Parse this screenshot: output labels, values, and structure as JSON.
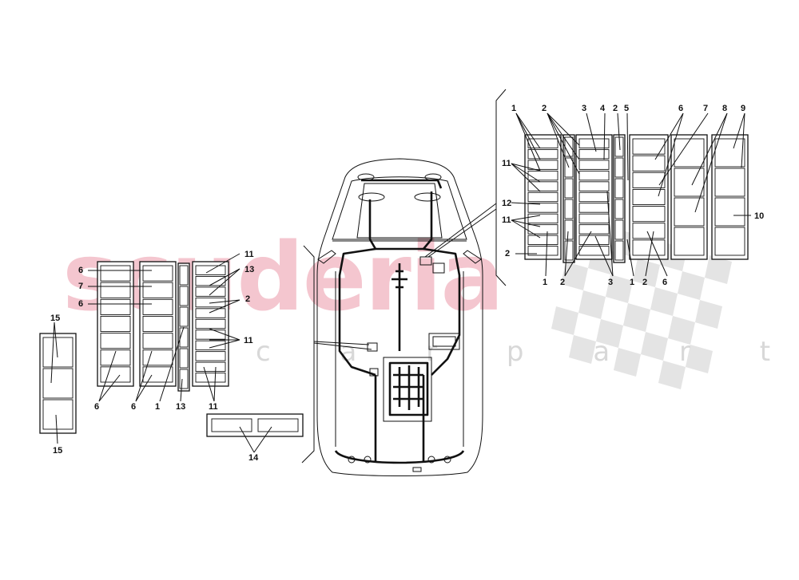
{
  "watermark": {
    "brand": "scuderia",
    "subtitle": "c a r p a r t s"
  },
  "callouts": {
    "left": [
      "15",
      "15",
      "6",
      "7",
      "6",
      "6",
      "6",
      "1",
      "13",
      "11",
      "13",
      "2",
      "11",
      "11",
      "14"
    ],
    "right_top": [
      "1",
      "2",
      "3",
      "4",
      "2",
      "5",
      "6",
      "7",
      "8",
      "9"
    ],
    "right_side": [
      "11",
      "12",
      "11",
      "2",
      "10"
    ],
    "right_bottom": [
      "1",
      "2",
      "3",
      "1",
      "2",
      "6"
    ]
  },
  "colors": {
    "watermark_text": "#f4c6cf",
    "watermark_checker": "#e2e2e2",
    "line": "#111111"
  }
}
